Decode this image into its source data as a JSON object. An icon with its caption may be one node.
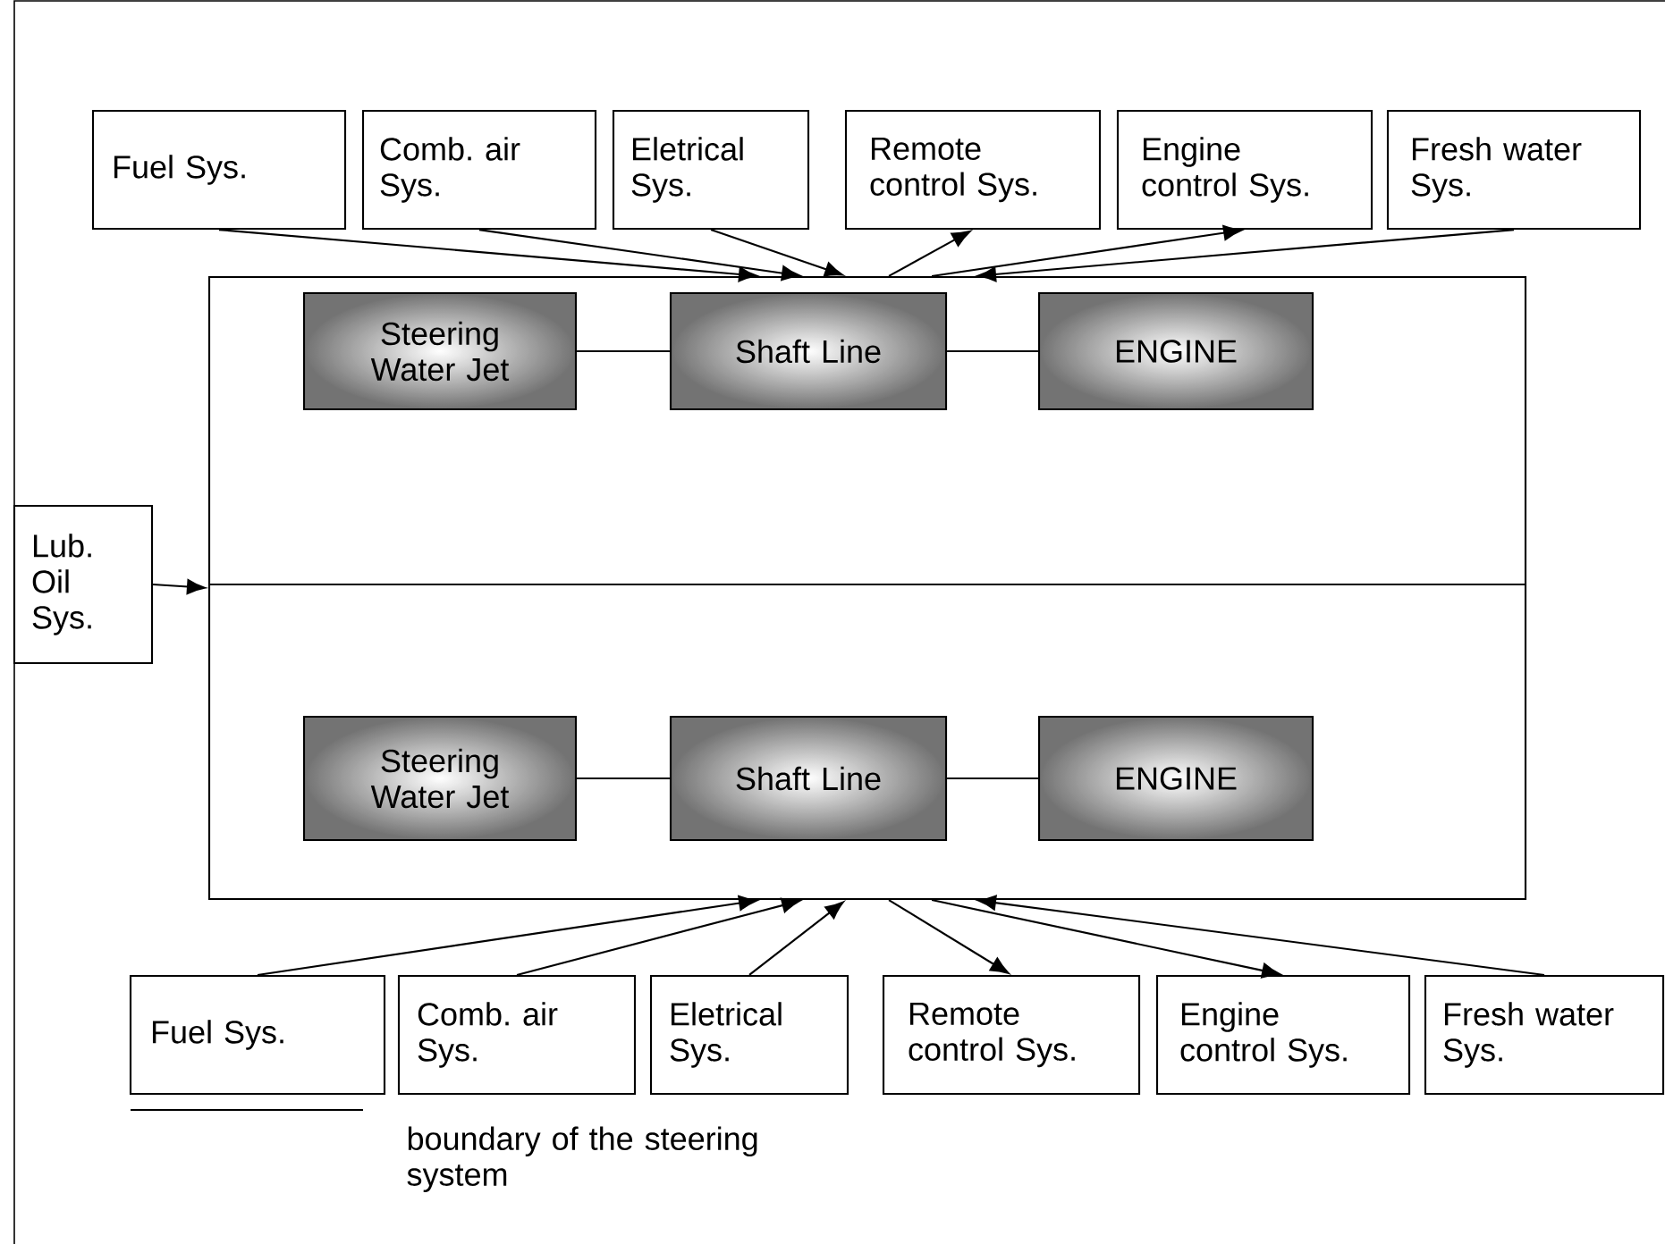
{
  "diagram": {
    "nodes": [
      {
        "text": [
          "Fuel Sys."
        ]
      },
      {
        "text": [
          "Comb. air Sys."
        ]
      },
      {
        "text": [
          "Eletrical Sys."
        ]
      },
      {
        "text": [
          "Remote control Sys."
        ]
      },
      {
        "text": [
          "Engine control Sys."
        ]
      },
      {
        "text": [
          "Fresh water Sys."
        ]
      },
      {
        "text": [],
        "shape": "box"
      },
      {
        "text": [
          "Steering Water Jet"
        ],
        "in": 6
      },
      {
        "text": [
          "Shaft Line"
        ],
        "in": 6
      },
      {
        "text": [
          "ENGINE"
        ],
        "in": 6
      },
      {
        "text": [
          "Steering Water Jet"
        ],
        "in": 6
      },
      {
        "text": [
          "Shaft Line"
        ],
        "in": 6
      },
      {
        "text": [
          "ENGINE"
        ],
        "in": 6
      },
      {
        "text": [
          "Lub. Oil Sys."
        ]
      },
      {
        "text": [
          "Fuel Sys."
        ]
      },
      {
        "text": [
          "Comb. air Sys."
        ]
      },
      {
        "text": [
          "Eletrical Sys."
        ]
      },
      {
        "text": [
          "Remote control Sys."
        ]
      },
      {
        "text": [
          "Engine control Sys."
        ]
      },
      {
        "text": [
          "Fresh water Sys."
        ]
      }
    ],
    "edges": [
      {
        "from": 0,
        "to": 6,
        "arrow": "to"
      },
      {
        "from": 1,
        "to": 6,
        "arrow": "to"
      },
      {
        "from": 2,
        "to": 6,
        "arrow": "to"
      },
      {
        "from": 6,
        "to": 3,
        "arrow": "to"
      },
      {
        "from": 6,
        "to": 4,
        "arrow": "to"
      },
      {
        "from": 5,
        "to": 6,
        "arrow": "to"
      },
      {
        "from": 7,
        "to": 8,
        "arrow": "none"
      },
      {
        "from": 8,
        "to": 9,
        "arrow": "none"
      },
      {
        "from": 10,
        "to": 11,
        "arrow": "none"
      },
      {
        "from": 11,
        "to": 12,
        "arrow": "none"
      },
      {
        "from": 13,
        "to": 6,
        "arrow": "to"
      },
      {
        "from": 14,
        "to": 6,
        "arrow": "to"
      },
      {
        "from": 15,
        "to": 6,
        "arrow": "to"
      },
      {
        "from": 16,
        "to": 6,
        "arrow": "to"
      },
      {
        "from": 6,
        "to": 17,
        "arrow": "to"
      },
      {
        "from": 6,
        "to": 18,
        "arrow": "to"
      },
      {
        "from": 19,
        "to": 6,
        "arrow": "to"
      }
    ],
    "legend": [
      {
        "text": "boundary of the steering system"
      }
    ]
  }
}
